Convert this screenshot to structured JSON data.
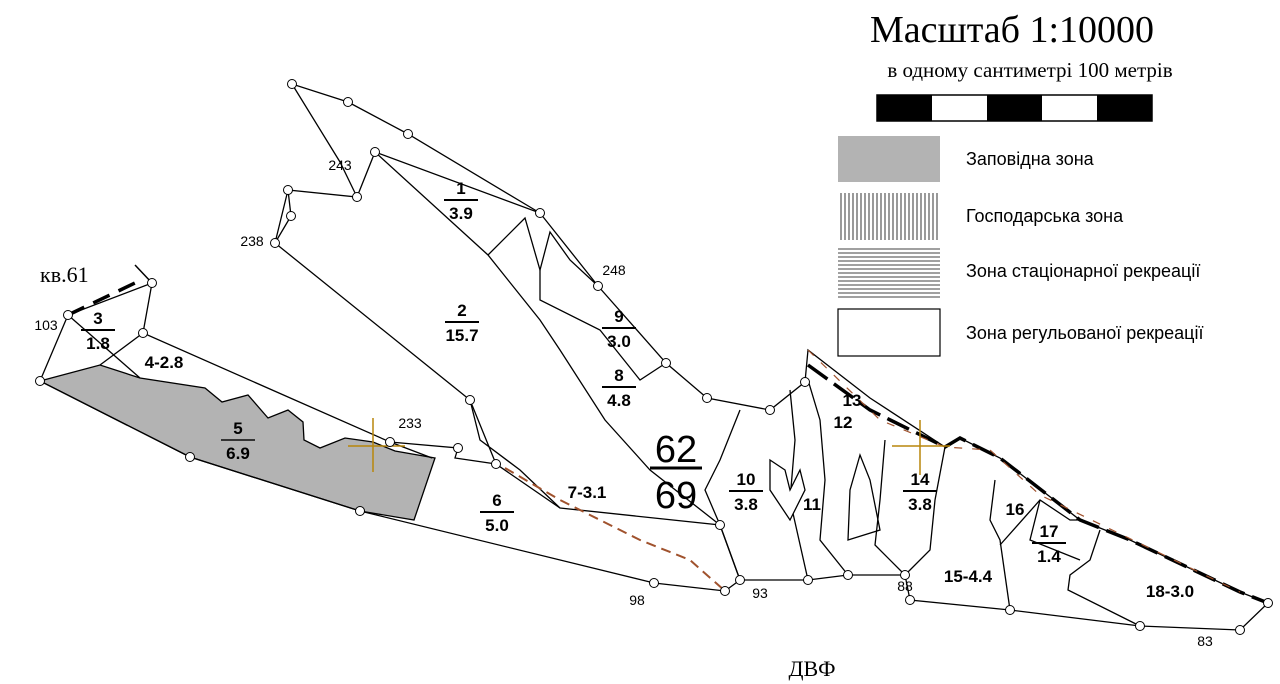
{
  "scale": {
    "title": "Масштаб  1:10000",
    "subtitle": "в одному сантиметрі 100 метрів"
  },
  "legend": [
    {
      "label": "Заповідна зона",
      "pattern": "solid-gray",
      "color": "#b3b3b3"
    },
    {
      "label": "Господарська зона",
      "pattern": "vertical-lines",
      "color": "#000000"
    },
    {
      "label": "Зона стаціонарної рекреації",
      "pattern": "horizontal-lines",
      "color": "#000000"
    },
    {
      "label": "Зона регульованої рекреації",
      "pattern": "empty",
      "color": "#ffffff"
    }
  ],
  "map": {
    "neighbor_quarter": "кв.61",
    "bottom_label": "ДВФ",
    "quarter": {
      "number": "62",
      "area": "69"
    },
    "plots": [
      {
        "num": "1",
        "area": "3.9"
      },
      {
        "num": "2",
        "area": "15.7"
      },
      {
        "num": "3",
        "area": "1.8"
      },
      {
        "label": "4-2.8"
      },
      {
        "num": "5",
        "area": "6.9"
      },
      {
        "num": "6",
        "area": "5.0"
      },
      {
        "label": "7-3.1"
      },
      {
        "num": "8",
        "area": "4.8"
      },
      {
        "num": "9",
        "area": "3.0"
      },
      {
        "num": "10",
        "area": "3.8"
      },
      {
        "label": "11"
      },
      {
        "label": "12"
      },
      {
        "label": "13"
      },
      {
        "num": "14",
        "area": "3.8"
      },
      {
        "label": "15-4.4"
      },
      {
        "label": "16"
      },
      {
        "num": "17",
        "area": "1.4"
      },
      {
        "label": "18-3.0"
      }
    ],
    "point_numbers": [
      "243",
      "238",
      "248",
      "103",
      "233",
      "98",
      "93",
      "88",
      "83"
    ]
  },
  "colors": {
    "reserve_fill": "#b3b3b3",
    "road_dashed": "#a0522d",
    "cross": "#b8860b"
  }
}
